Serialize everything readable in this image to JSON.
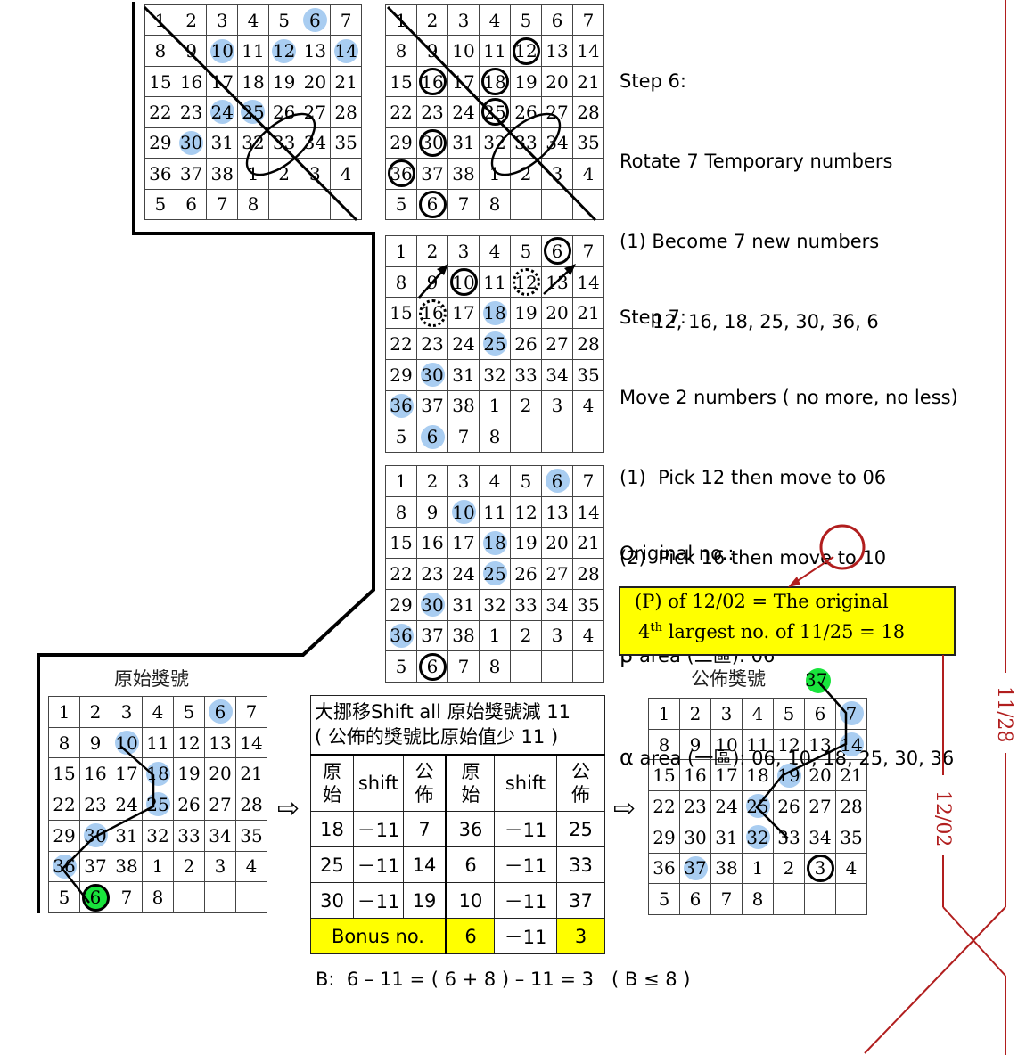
{
  "grids": {
    "g1": {
      "rows": [
        [
          "1",
          "2",
          "3",
          "4",
          "5",
          "6",
          "7"
        ],
        [
          "8",
          "9",
          "10",
          "11",
          "12",
          "13",
          "14"
        ],
        [
          "15",
          "16",
          "17",
          "18",
          "19",
          "20",
          "21"
        ],
        [
          "22",
          "23",
          "24",
          "25",
          "26",
          "27",
          "28"
        ],
        [
          "29",
          "30",
          "31",
          "32",
          "33",
          "34",
          "35"
        ],
        [
          "36",
          "37",
          "38",
          "1",
          "2",
          "3",
          "4"
        ],
        [
          "5",
          "6",
          "7",
          "8",
          "",
          "",
          ""
        ]
      ]
    },
    "g2": {
      "rows": [
        [
          "1",
          "2",
          "3",
          "4",
          "5",
          "6",
          "7"
        ],
        [
          "8",
          "9",
          "10",
          "11",
          "12",
          "13",
          "14"
        ],
        [
          "15",
          "16",
          "17",
          "18",
          "19",
          "20",
          "21"
        ],
        [
          "22",
          "23",
          "24",
          "25",
          "26",
          "27",
          "28"
        ],
        [
          "29",
          "30",
          "31",
          "32",
          "33",
          "34",
          "35"
        ],
        [
          "36",
          "37",
          "38",
          "1",
          "2",
          "3",
          "4"
        ],
        [
          "5",
          "6",
          "7",
          "8",
          "",
          "",
          ""
        ]
      ]
    },
    "g3": {
      "rows": [
        [
          "1",
          "2",
          "3",
          "4",
          "5",
          "6",
          "7"
        ],
        [
          "8",
          "9",
          "10",
          "11",
          "12",
          "13",
          "14"
        ],
        [
          "15",
          "16",
          "17",
          "18",
          "19",
          "20",
          "21"
        ],
        [
          "22",
          "23",
          "24",
          "25",
          "26",
          "27",
          "28"
        ],
        [
          "29",
          "30",
          "31",
          "32",
          "33",
          "34",
          "35"
        ],
        [
          "36",
          "37",
          "38",
          "1",
          "2",
          "3",
          "4"
        ],
        [
          "5",
          "6",
          "7",
          "8",
          "",
          "",
          ""
        ]
      ]
    },
    "g4": {
      "rows": [
        [
          "1",
          "2",
          "3",
          "4",
          "5",
          "6",
          "7"
        ],
        [
          "8",
          "9",
          "10",
          "11",
          "12",
          "13",
          "14"
        ],
        [
          "15",
          "16",
          "17",
          "18",
          "19",
          "20",
          "21"
        ],
        [
          "22",
          "23",
          "24",
          "25",
          "26",
          "27",
          "28"
        ],
        [
          "29",
          "30",
          "31",
          "32",
          "33",
          "34",
          "35"
        ],
        [
          "36",
          "37",
          "38",
          "1",
          "2",
          "3",
          "4"
        ],
        [
          "5",
          "6",
          "7",
          "8",
          "",
          "",
          ""
        ]
      ]
    },
    "g5": {
      "rows": [
        [
          "1",
          "2",
          "3",
          "4",
          "5",
          "6",
          "7"
        ],
        [
          "8",
          "9",
          "10",
          "11",
          "12",
          "13",
          "14"
        ],
        [
          "15",
          "16",
          "17",
          "18",
          "19",
          "20",
          "21"
        ],
        [
          "22",
          "23",
          "24",
          "25",
          "26",
          "27",
          "28"
        ],
        [
          "29",
          "30",
          "31",
          "32",
          "33",
          "34",
          "35"
        ],
        [
          "36",
          "37",
          "38",
          "1",
          "2",
          "3",
          "4"
        ],
        [
          "5",
          "6",
          "7",
          "8",
          "",
          "",
          ""
        ]
      ]
    },
    "g6": {
      "rows": [
        [
          "1",
          "2",
          "3",
          "4",
          "5",
          "6",
          "7"
        ],
        [
          "8",
          "9",
          "10",
          "11",
          "12",
          "13",
          "14"
        ],
        [
          "15",
          "16",
          "17",
          "18",
          "19",
          "20",
          "21"
        ],
        [
          "22",
          "23",
          "24",
          "25",
          "26",
          "27",
          "28"
        ],
        [
          "29",
          "30",
          "31",
          "32",
          "33",
          "34",
          "35"
        ],
        [
          "36",
          "37",
          "38",
          "1",
          "2",
          "3",
          "4"
        ],
        [
          "5",
          "6",
          "7",
          "8",
          "",
          "",
          ""
        ]
      ]
    }
  },
  "step6": {
    "title": "Step 6:",
    "line1": "Rotate 7 Temporary numbers",
    "line2": "(1) Become 7 new numbers",
    "line3": "12, 16, 18, 25, 30, 36, 6"
  },
  "step7": {
    "title": "Step 7:",
    "line1": "Move 2 numbers ( no more, no less)",
    "line2": "(1)  Pick 12 then move to 06",
    "line3": "(2)  Pick 16 then move to 10"
  },
  "original": {
    "title": "Original no.:",
    "beta_symbol": "β",
    "beta_text": " area (二區): 06",
    "alpha_symbol": "α",
    "alpha_text": " area (一區): 06, 10, 18, 25, 30, 36"
  },
  "note": {
    "line1": "(P) of 12/02 = The original",
    "line2_pre": "4",
    "line2_sup": "th",
    "line2_post": " largest no. of 11/25 = 18"
  },
  "labels": {
    "original_numbers": "原始獎號",
    "published_numbers": "公佈獎號",
    "extra_37": "37"
  },
  "shift_table": {
    "title_line1": "大挪移Shift all 原始獎號減 11",
    "title_line2": "( 公佈的獎號比原始值少 11 )",
    "col_orig": "原\n始",
    "col_shift": "shift",
    "col_pub": "公\n佈",
    "rows": [
      [
        "18",
        "－11",
        "7",
        "36",
        "－11",
        "25"
      ],
      [
        "25",
        "－11",
        "14",
        "6",
        "－11",
        "33"
      ],
      [
        "30",
        "－11",
        "19",
        "10",
        "－11",
        "37"
      ]
    ],
    "bonus_label": "Bonus no.",
    "bonus_orig": "6",
    "bonus_shift": "－11",
    "bonus_pub": "3"
  },
  "formula": "B:  6 – 11 = ( 6 + 8 ) – 11 = 3   ( B ≤ 8 )",
  "dates": {
    "d1": "11/28",
    "d2": "12/02"
  },
  "colors": {
    "highlight": "#a9cdf1",
    "green": "#19e43c",
    "red_line": "#b11e1e",
    "note_bg": "#ffff00"
  }
}
